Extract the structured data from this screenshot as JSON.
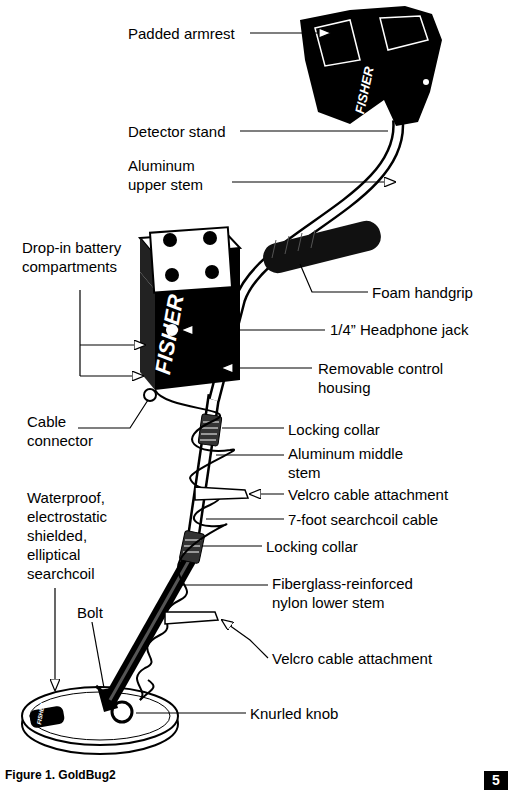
{
  "diagram": {
    "caption": "Figure 1. GoldBug2",
    "labels": [
      "Padded armrest",
      "Detector stand",
      "Aluminum upper stem",
      "Drop-in battery compartments",
      "Foam handgrip",
      "1/4” Headphone jack",
      "Removable control housing",
      "Cable connector",
      "Locking collar",
      "Aluminum middle stem",
      "Velcro cable attachment",
      "7-foot searchcoil cable",
      "Locking collar",
      "Waterproof, electrostatic shielded, elliptical searchcoil",
      "Fiberglass-reinforced nylon lower stem",
      "Bolt",
      "Velcro cable attachment",
      "Knurled knob",
      "FISHER",
      "FISHER",
      "FISHER",
      "5"
    ]
  }
}
